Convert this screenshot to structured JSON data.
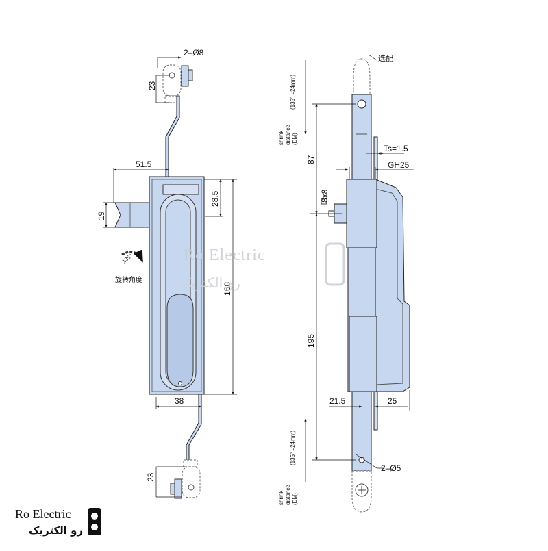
{
  "front_view": {
    "dim_top_holes": "2–Ø8",
    "dim_top_link": "23",
    "dim_width": "51.5",
    "dim_handle_height": "28.5",
    "dim_tongue": "19",
    "dim_body_height": "168",
    "dim_body_width": "38",
    "dim_bottom_link": "23",
    "rotation_angle": "135°",
    "rotation_caption": "旋转角度"
  },
  "side_view": {
    "optional_label": "选配",
    "shrink_top_line1": "shrink",
    "shrink_top_line2": "distance",
    "shrink_top_line3": "(DM)",
    "shrink_top_note": "(135° =24mm)",
    "dim_87": "87",
    "dim_ts": "Ts=1.5",
    "dim_gh": "GH25",
    "dim_square": "8x8",
    "dim_195": "195",
    "dim_21_5": "21.5",
    "dim_25": "25",
    "dim_bottom_holes": "2–Ø5",
    "shrink_bottom_line1": "shrink",
    "shrink_bottom_line2": "distance",
    "shrink_bottom_line3": "(DM)",
    "shrink_bottom_note": "(135° =24mm)"
  },
  "watermark": {
    "english": "Ro Electric",
    "persian": "رو الکتریک"
  },
  "logo": {
    "english": "Ro Electric",
    "persian": "رو الکتریک"
  },
  "colors": {
    "part_fill": "#c7d7ef",
    "part_fill_dark": "#a9bfe0",
    "line": "#222222"
  }
}
